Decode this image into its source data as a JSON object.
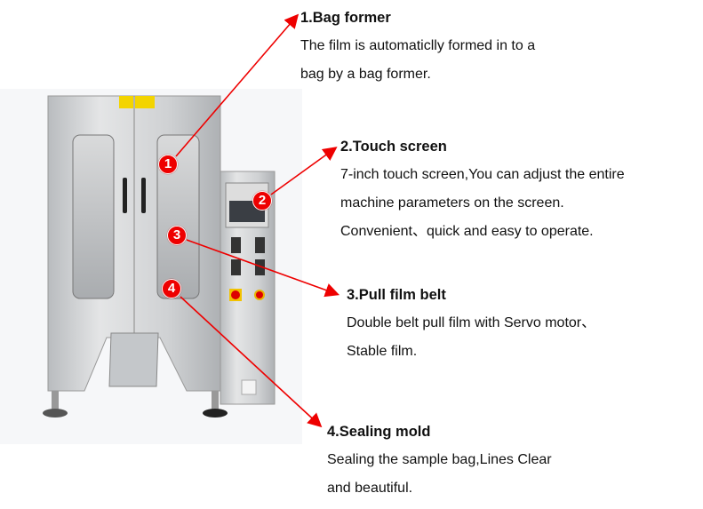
{
  "callouts": [
    {
      "number": "1",
      "title": "1.Bag former",
      "lines": [
        "The film is automaticlly formed in to a",
        "bag by a bag former."
      ]
    },
    {
      "number": "2",
      "title": "2.Touch screen",
      "lines": [
        "7-inch touch screen,You can adjust the entire",
        "machine parameters on the screen.",
        "Convenient、quick and easy to operate."
      ]
    },
    {
      "number": "3",
      "title": "3.Pull film belt",
      "lines": [
        "Double belt pull film with Servo motor、",
        "Stable film."
      ]
    },
    {
      "number": "4",
      "title": "4.Sealing mold",
      "lines": [
        "Sealing the sample bag,Lines Clear",
        "and  beautiful."
      ]
    }
  ],
  "colors": {
    "accent": "#ee0000",
    "steel": "#c9cbcd"
  }
}
